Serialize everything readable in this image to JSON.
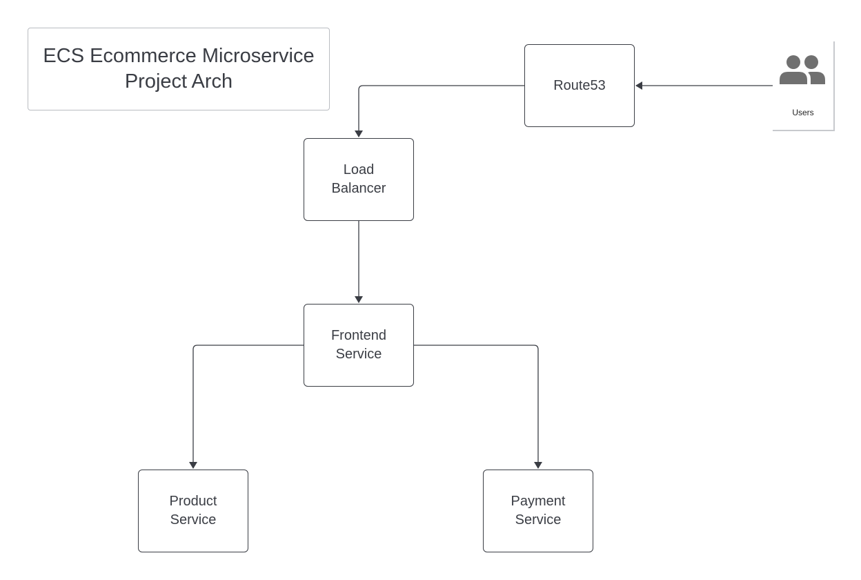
{
  "diagram": {
    "title": "ECS Ecommerce Microservice Project Arch",
    "nodes": {
      "route53": "Route53",
      "load_balancer": "Load Balancer",
      "frontend": "Frontend Service",
      "product": "Product Service",
      "payment": "Payment Service",
      "users": "Users"
    },
    "icons": {
      "users": "users-group-icon"
    },
    "edges": [
      {
        "from": "Users",
        "to": "Route53"
      },
      {
        "from": "Route53",
        "to": "Load Balancer"
      },
      {
        "from": "Load Balancer",
        "to": "Frontend Service"
      },
      {
        "from": "Frontend Service",
        "to": "Product Service"
      },
      {
        "from": "Frontend Service",
        "to": "Payment Service"
      }
    ],
    "colors": {
      "stroke": "#3a3d44",
      "icon": "#707070",
      "title_border": "#b9bcc1"
    }
  }
}
